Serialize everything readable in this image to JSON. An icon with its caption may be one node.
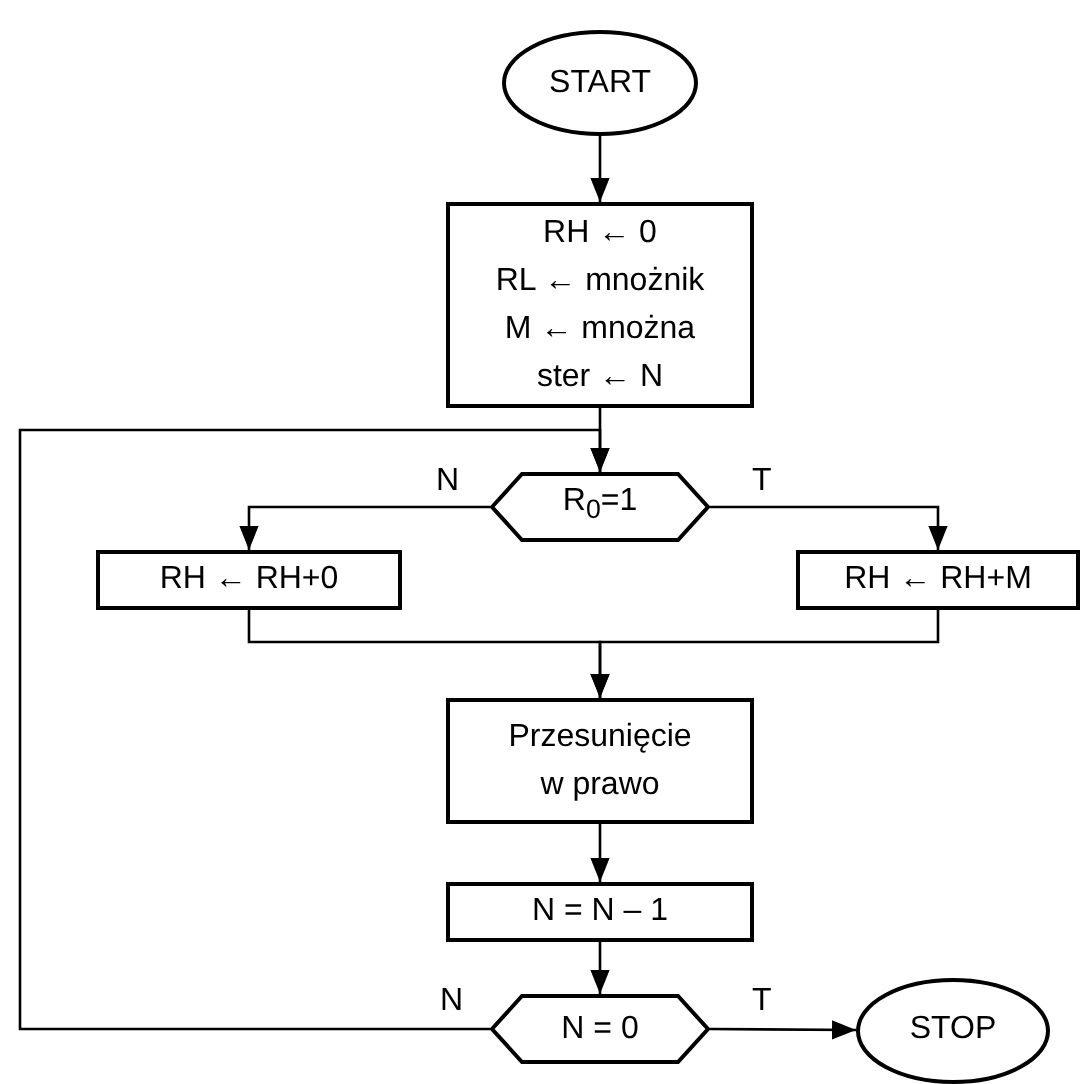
{
  "diagram": {
    "nodes": [
      {
        "text": [
          "START"
        ]
      },
      {
        "text": [
          "RH ← 0",
          "RL ← mnożnik",
          "M ← mnożna",
          "ster ← N"
        ]
      },
      {
        "text": [
          "R$_{0}$=1"
        ]
      },
      {
        "text": [
          "RH ← RH+0"
        ]
      },
      {
        "text": [
          "RH ← RH+M"
        ]
      },
      {
        "text": [
          "Przesunięcie w prawo"
        ]
      },
      {
        "text": [
          "N = N – 1"
        ]
      },
      {
        "text": [
          "N = 0"
        ]
      },
      {
        "text": [
          "STOP"
        ]
      }
    ],
    "edges": [
      {
        "from": 0,
        "to": 1,
        "arrow": "to"
      },
      {
        "from": 1,
        "to": 2,
        "arrow": "to"
      },
      {
        "from": 2,
        "to": 3,
        "label": "N",
        "arrow": "to"
      },
      {
        "from": 2,
        "to": 4,
        "label": "T",
        "arrow": "to"
      },
      {
        "from": 3,
        "to": 5,
        "arrow": "to"
      },
      {
        "from": 4,
        "to": 5,
        "arrow": "to"
      },
      {
        "from": 5,
        "to": 6,
        "arrow": "to"
      },
      {
        "from": 6,
        "to": 7,
        "arrow": "to"
      },
      {
        "from": 7,
        "to": 8,
        "label": "T",
        "arrow": "to"
      },
      {
        "from": 7,
        "to": 2,
        "label": "N",
        "arrow": "to"
      }
    ]
  }
}
